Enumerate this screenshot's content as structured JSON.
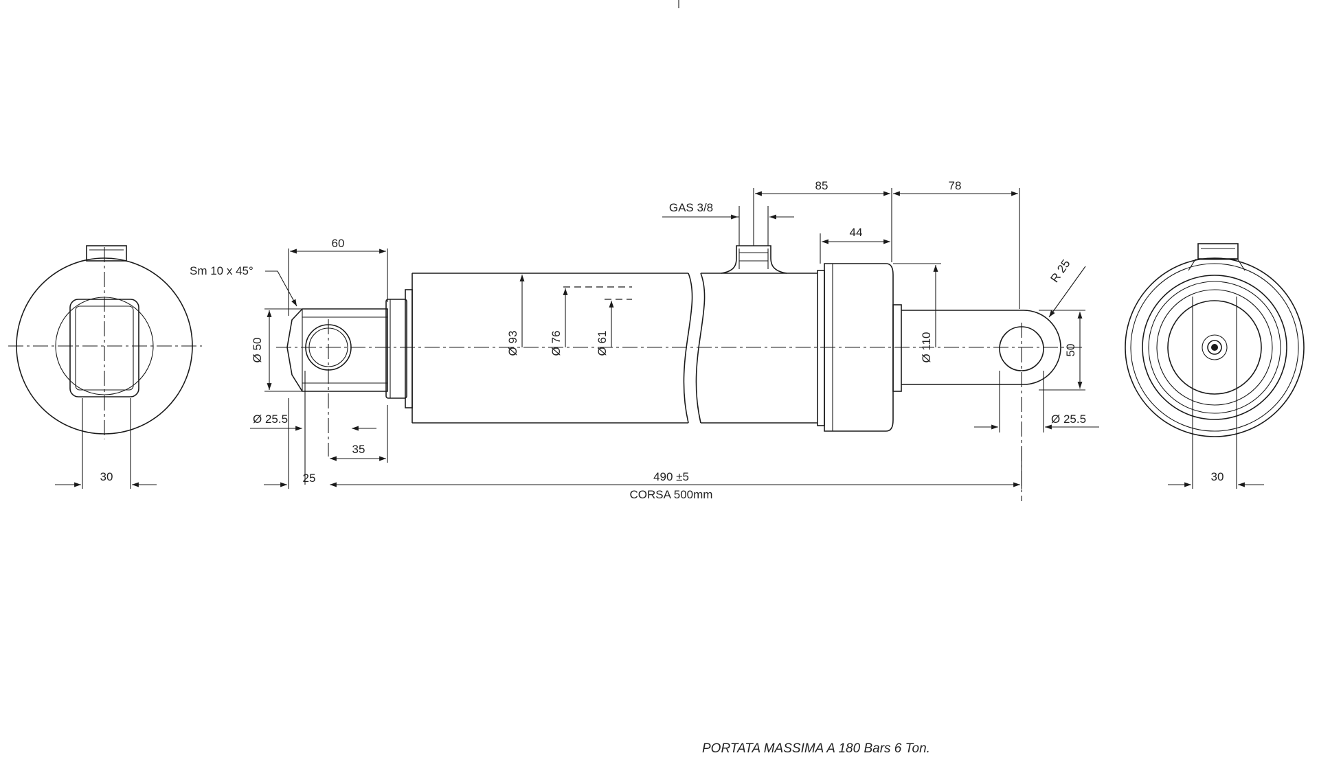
{
  "dimensions": {
    "left_stroke": "60",
    "chamfer": "Sm 10 x 45°",
    "pin_diameter_left": "Ø 50",
    "hole_diameter_left": "Ø 25.5",
    "eye_offset": "35",
    "eye_margin": "25",
    "bore_93": "Ø 93",
    "bore_76": "Ø 76",
    "bore_61": "Ø 61",
    "port_spacing": "85",
    "head_length": "44",
    "rod_end_length": "78",
    "port_thread": "GAS 3/8",
    "radius": "R 25",
    "head_diameter": "Ø 110",
    "eye_height_right": "50",
    "hole_diameter_right": "Ø 25.5",
    "total_length": "490 ±5",
    "stroke": "CORSA 500mm",
    "end_view_left_width": "30",
    "end_view_right_width": "30"
  },
  "notes": {
    "max_capacity": "PORTATA MASSIMA A 180 Bars  6 Ton."
  },
  "colors": {
    "line": "#1a1a1a",
    "text": "#222222",
    "background": "#ffffff"
  }
}
